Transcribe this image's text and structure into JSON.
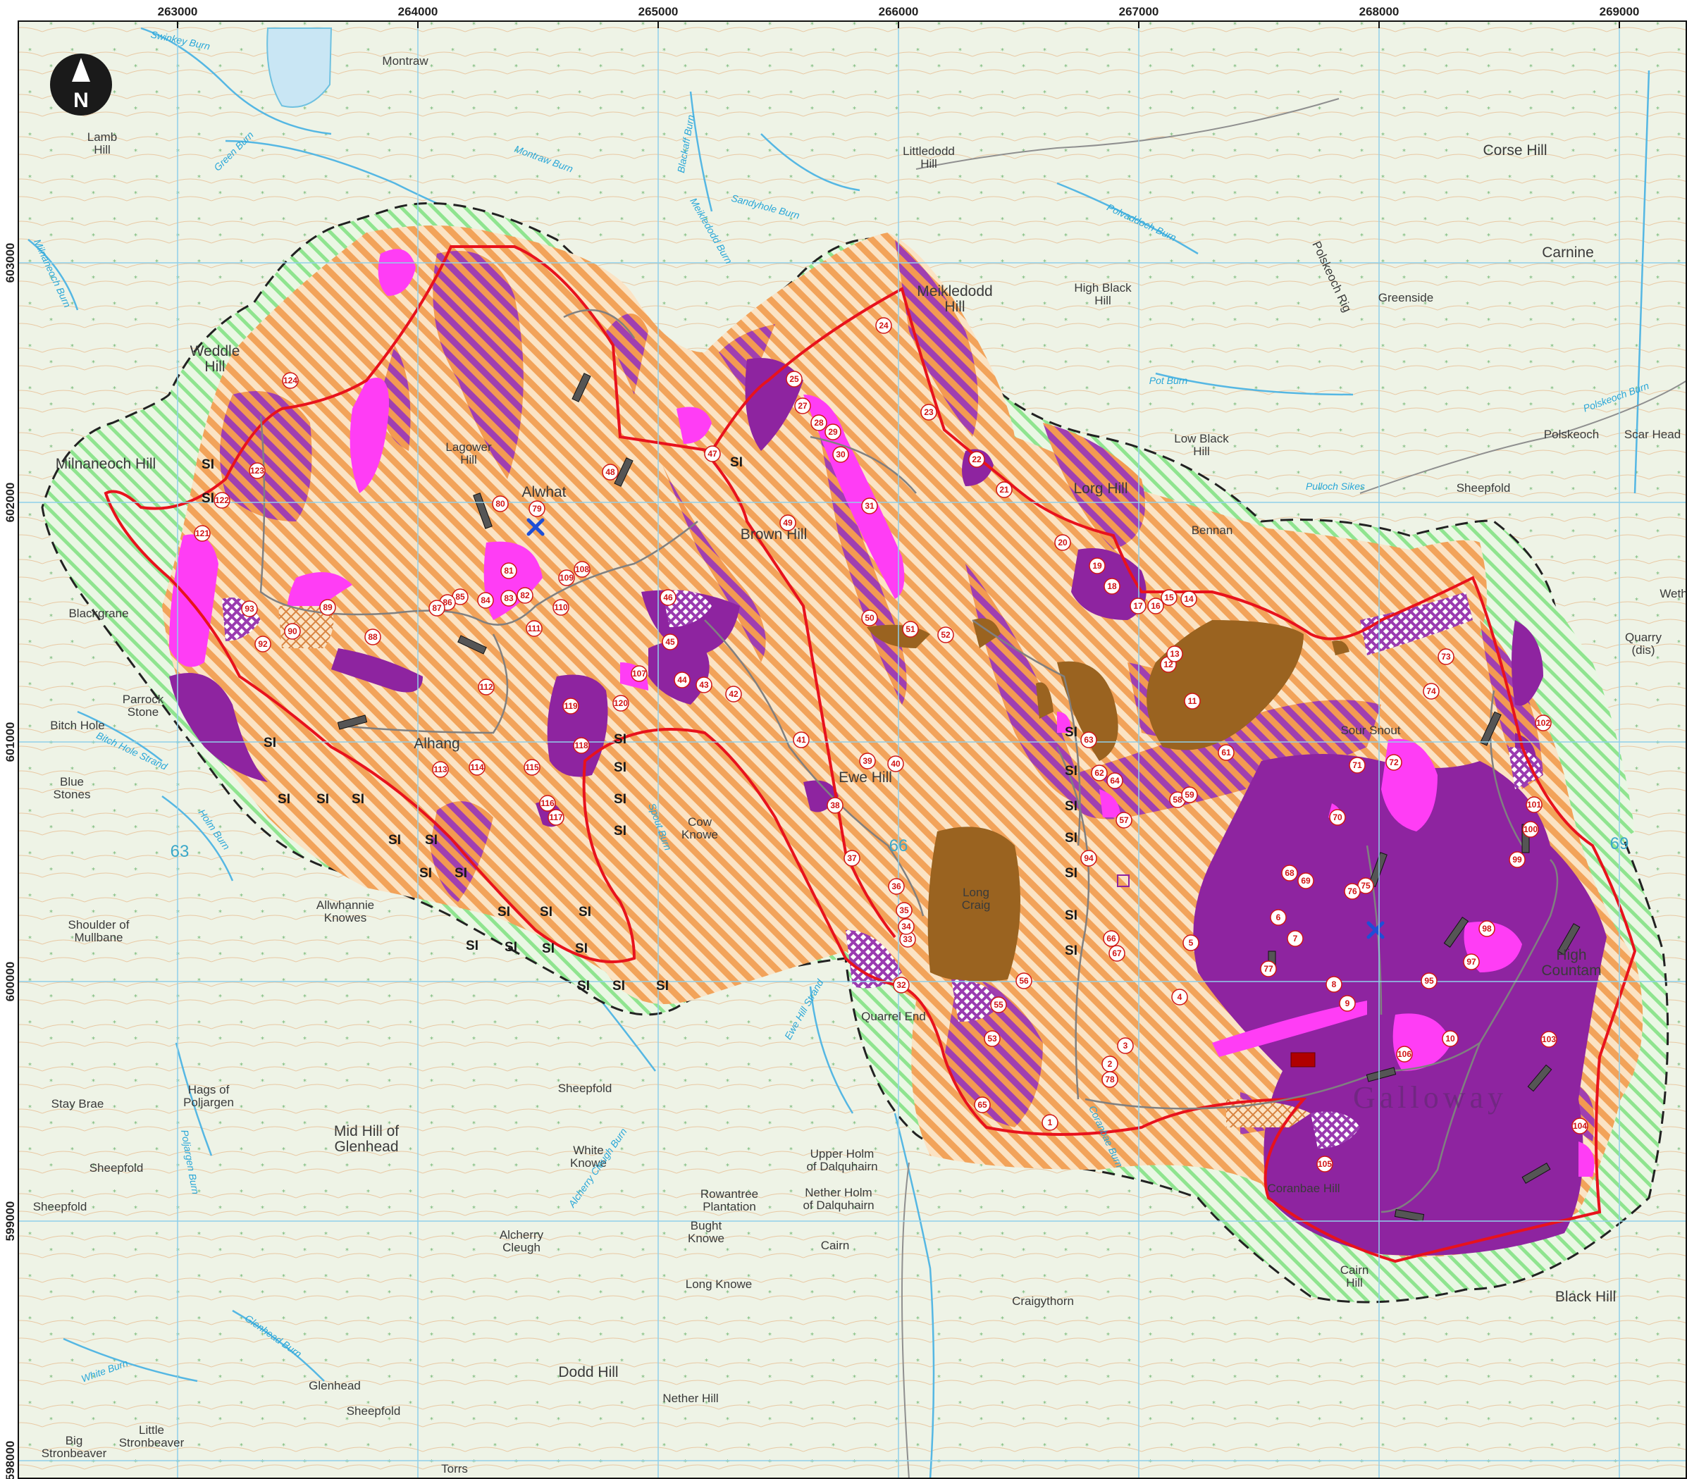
{
  "north_arrow": {
    "label": "N"
  },
  "grid": {
    "eastings": [
      "263000",
      "264000",
      "265000",
      "266000",
      "267000",
      "268000",
      "269000"
    ],
    "northings": [
      "603000",
      "602000",
      "601000",
      "600000",
      "599000",
      "598000"
    ]
  },
  "colors": {
    "map_bg": "#eef3e6",
    "hatch_orange": "#f2a35a",
    "hatch_mix_purple": "#a03fb0",
    "purple": "#8e24a0",
    "magenta": "#ff3df5",
    "brown": "#9a6320",
    "green_hatch": "#8fe48f",
    "red_boundary": "#e8121c",
    "grid_line": "#8fd0ea"
  },
  "places": [
    {
      "id": "montraw",
      "text": "Montraw"
    },
    {
      "id": "lamb-hill",
      "text": "Lamb\nHill"
    },
    {
      "id": "weddle-hill",
      "text": "Weddle\nHill"
    },
    {
      "id": "milnaneoch-hill",
      "text": "Milnaneoch Hill"
    },
    {
      "id": "blackgrane",
      "text": "Blackgrane"
    },
    {
      "id": "parrock-stone",
      "text": "Parrock\nStone"
    },
    {
      "id": "bitch-hole",
      "text": "Bitch Hole"
    },
    {
      "id": "blue-stones",
      "text": "Blue\nStones"
    },
    {
      "id": "shoulder-mullbane",
      "text": "Shoulder of\nMullbane"
    },
    {
      "id": "allwhannie-knowes",
      "text": "Allwhannie\nKnowes"
    },
    {
      "id": "hags-poljargen",
      "text": "Hags of\nPoljargen"
    },
    {
      "id": "stay-brae",
      "text": "Stay Brae"
    },
    {
      "id": "mid-hill-glenhead",
      "text": "Mid Hill of\nGlenhead"
    },
    {
      "id": "sheepfold-1",
      "text": "Sheepfold"
    },
    {
      "id": "sheepfold-2",
      "text": "Sheepfold"
    },
    {
      "id": "sheepfold-3",
      "text": "Sheepfold"
    },
    {
      "id": "sheepfold-4",
      "text": "Sheepfold"
    },
    {
      "id": "sheepfold-5",
      "text": "Sheepfold"
    },
    {
      "id": "glenhead",
      "text": "Glenhead"
    },
    {
      "id": "big-stronbeaver",
      "text": "Big\nStronbeaver"
    },
    {
      "id": "little-stronbeaver",
      "text": "Little\nStronbeaver"
    },
    {
      "id": "torrs",
      "text": "Torrs"
    },
    {
      "id": "dodd-hill",
      "text": "Dodd Hill"
    },
    {
      "id": "nether-hill",
      "text": "Nether Hill"
    },
    {
      "id": "long-knowe",
      "text": "Long Knowe"
    },
    {
      "id": "bught-knowe",
      "text": "Bught\nKnowe"
    },
    {
      "id": "rowantree-plantation",
      "text": "Rowantree\nPlantation"
    },
    {
      "id": "nether-holm",
      "text": "Nether Holm\nof Dalquhairn"
    },
    {
      "id": "upper-holm",
      "text": "Upper Holm\nof Dalquhairn"
    },
    {
      "id": "white-knowe",
      "text": "White\nKnowe"
    },
    {
      "id": "alcherry-cleugh",
      "text": "Alcherry\nCleugh"
    },
    {
      "id": "craigythorn",
      "text": "Craigythorn"
    },
    {
      "id": "cairn",
      "text": "Cairn"
    },
    {
      "id": "littledodd-hill",
      "text": "Littledodd\nHill"
    },
    {
      "id": "meikledodd-hill",
      "text": "Meikledodd\nHill"
    },
    {
      "id": "high-black-hill",
      "text": "High Black\nHill"
    },
    {
      "id": "low-black-hill",
      "text": "Low Black\nHill"
    },
    {
      "id": "corse-hill",
      "text": "Corse Hill"
    },
    {
      "id": "carnine",
      "text": "Carnine"
    },
    {
      "id": "greenside",
      "text": "Greenside"
    },
    {
      "id": "polskeoch-rig",
      "text": "Polskeoch Rig"
    },
    {
      "id": "polskeoch",
      "text": "Polskeoch"
    },
    {
      "id": "scar-head",
      "text": "Scar Head"
    },
    {
      "id": "bennan",
      "text": "Bennan"
    },
    {
      "id": "quarry",
      "text": "Quarry\n(dis)"
    },
    {
      "id": "weth",
      "text": "Weth"
    },
    {
      "id": "lagower-hill",
      "text": "Lagower\nHill"
    },
    {
      "id": "alwhat",
      "text": "Alwhat"
    },
    {
      "id": "alhang",
      "text": "Alhang"
    },
    {
      "id": "brown-hill",
      "text": "Brown Hill"
    },
    {
      "id": "ewe-hill",
      "text": "Ewe Hill"
    },
    {
      "id": "long-craig",
      "text": "Long\nCraig"
    },
    {
      "id": "cow-knowe",
      "text": "Cow\nKnowe"
    },
    {
      "id": "quarrel-end",
      "text": "Quarrel End"
    },
    {
      "id": "coranbae-hill",
      "text": "Coranbae Hill"
    },
    {
      "id": "cairn-hill",
      "text": "Cairn\nHill"
    },
    {
      "id": "high-countam",
      "text": "High\nCountam"
    },
    {
      "id": "black-hill",
      "text": "Black Hill"
    },
    {
      "id": "sour-snout",
      "text": "Sour Snout"
    },
    {
      "id": "lorg-hill",
      "text": "Lorg Hill"
    }
  ],
  "water_labels": [
    {
      "id": "swinkey-burn",
      "text": "Swinkey Burn"
    },
    {
      "id": "green-burn",
      "text": "Green Burn"
    },
    {
      "id": "montraw-burn",
      "text": "Montraw Burn"
    },
    {
      "id": "blackaff-burn",
      "text": "Blackaff Burn"
    },
    {
      "id": "sandyhole-burn",
      "text": "Sandyhole Burn"
    },
    {
      "id": "meikledodd-burn",
      "text": "Meikledodd Burn"
    },
    {
      "id": "polvaddoch-burn",
      "text": "Polvaddoch Burn"
    },
    {
      "id": "pot-burn",
      "text": "Pot Burn"
    },
    {
      "id": "pulloch-sikes",
      "text": "Pulloch Sikes"
    },
    {
      "id": "polskeoch-burn",
      "text": "Polskeoch Burn"
    },
    {
      "id": "milnaneoch-burn",
      "text": "Milnaneoch Burn"
    },
    {
      "id": "bitch-hole-strand",
      "text": "Bitch Hole Strand"
    },
    {
      "id": "holm-burn",
      "text": "Holm Burn"
    },
    {
      "id": "white-burn",
      "text": "White Burn"
    },
    {
      "id": "glenhead-burn",
      "text": "Glenhead Burn"
    },
    {
      "id": "alcherry-cleugh-burn",
      "text": "Alcherry Cleugh Burn"
    },
    {
      "id": "poljargen-burn",
      "text": "Poljargen Burn"
    },
    {
      "id": "ewe-hill-strand",
      "text": "Ewe Hill Strand"
    },
    {
      "id": "spout-burn",
      "text": "Spout Burn"
    },
    {
      "id": "coranbae-burn",
      "text": "Coranbae Burn"
    }
  ],
  "grid_squares": [
    "63",
    "66",
    "69"
  ],
  "region_label": "Galloway",
  "si_label": "SI",
  "markers": [
    "1",
    "2",
    "3",
    "4",
    "5",
    "6",
    "7",
    "8",
    "9",
    "10",
    "11",
    "12",
    "13",
    "14",
    "15",
    "16",
    "17",
    "18",
    "19",
    "20",
    "21",
    "22",
    "23",
    "24",
    "25",
    "27",
    "28",
    "29",
    "30",
    "31",
    "32",
    "33",
    "34",
    "35",
    "36",
    "37",
    "38",
    "39",
    "40",
    "41",
    "42",
    "43",
    "44",
    "45",
    "46",
    "47",
    "48",
    "49",
    "50",
    "51",
    "52",
    "53",
    "55",
    "56",
    "57",
    "58",
    "59",
    "61",
    "62",
    "63",
    "64",
    "65",
    "66",
    "67",
    "68",
    "69",
    "70",
    "71",
    "72",
    "73",
    "74",
    "75",
    "76",
    "77",
    "78",
    "79",
    "80",
    "81",
    "82",
    "83",
    "84",
    "85",
    "86",
    "87",
    "88",
    "89",
    "90",
    "92",
    "93",
    "94",
    "95",
    "97",
    "98",
    "99",
    "100",
    "101",
    "102",
    "103",
    "104",
    "105",
    "106",
    "107",
    "108",
    "109",
    "110",
    "111",
    "112",
    "113",
    "114",
    "115",
    "116",
    "117",
    "118",
    "119",
    "120",
    "121",
    "122",
    "123",
    "124"
  ]
}
